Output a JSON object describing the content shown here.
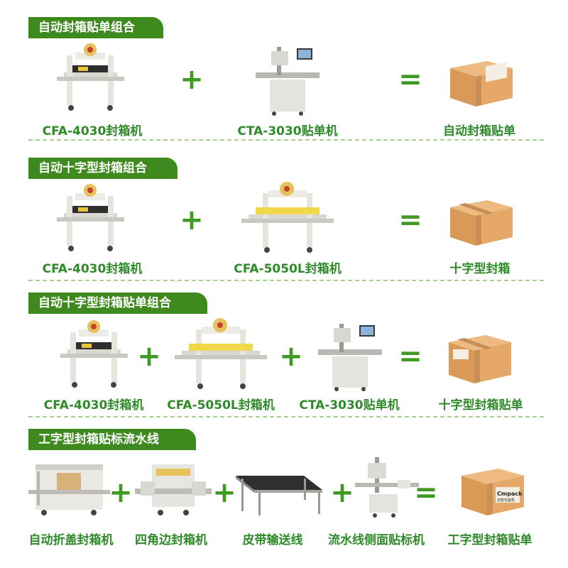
{
  "sections": [
    {
      "title": "自动封箱贴单组合",
      "items": [
        "CFA-4030封箱机",
        "CTA-3030贴单机"
      ],
      "result": "自动封箱贴单"
    },
    {
      "title": "自动十字型封箱组合",
      "items": [
        "CFA-4030封箱机",
        "CFA-5050L封箱机"
      ],
      "result": "十字型封箱"
    },
    {
      "title": "自动十字型封箱贴单组合",
      "items": [
        "CFA-4030封箱机",
        "CFA-5050L封箱机",
        "CTA-3030贴单机"
      ],
      "result": "十字型封箱贴单"
    },
    {
      "title": "工字型封箱贴标流水线",
      "items": [
        "自动折盖封箱机",
        "四角边封箱机",
        "皮带输送线",
        "流水线侧面贴标机"
      ],
      "result": "工字型封箱贴单"
    }
  ],
  "operators": {
    "plus": "+",
    "equals": "="
  },
  "box_brand": "Cmpack",
  "box_brand_sub": "创智包装机",
  "colors": {
    "accent": "#3f8a1f",
    "label": "#2f8a2a",
    "operator": "#3f9a24",
    "box": "#e2a566"
  }
}
